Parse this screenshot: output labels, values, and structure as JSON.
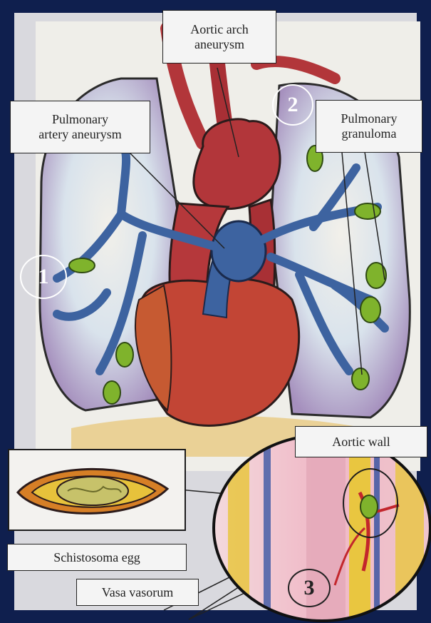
{
  "labels": {
    "aortic_arch": [
      "Aortic arch",
      "aneurysm"
    ],
    "pulmonary_artery": [
      "Pulmonary",
      "artery aneurysm"
    ],
    "pulmonary_granuloma": [
      "Pulmonary",
      "granuloma"
    ],
    "aortic_wall": "Aortic wall",
    "schistosoma_egg": "Schistosoma egg",
    "vasa_vasorum": "Vasa vasorum"
  },
  "markers": {
    "one": "1",
    "two": "2",
    "three": "3"
  },
  "colors": {
    "frame": "#0f1f4e",
    "paper": "#efeee9",
    "aorta": "#b2363a",
    "heart": "#c24535",
    "pulmonary_artery": "#3d63a0",
    "granuloma": "#7fb32c"
  }
}
